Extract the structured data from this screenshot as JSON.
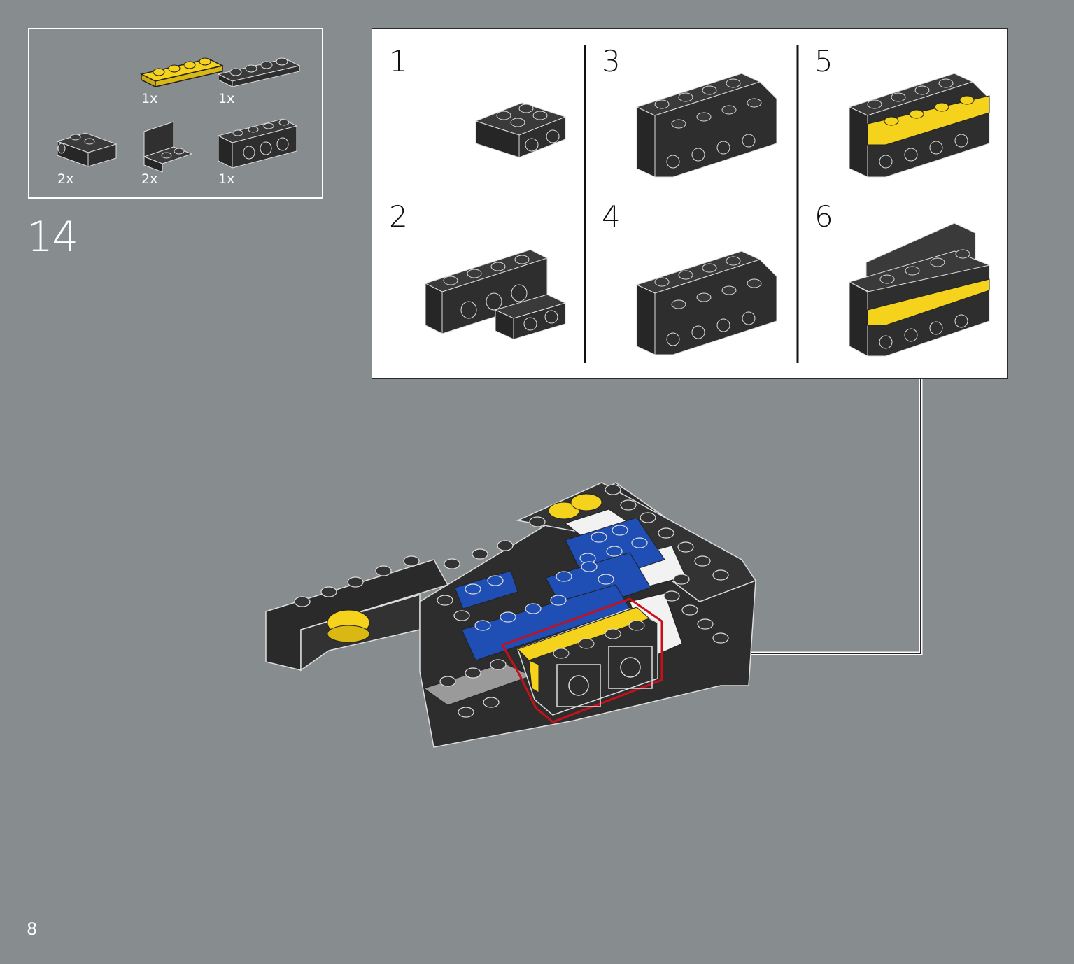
{
  "page": {
    "number": "8"
  },
  "step": {
    "number": "14"
  },
  "parts_list": {
    "items": [
      {
        "qty": "1x",
        "part": "plate-1x4-yellow"
      },
      {
        "qty": "1x",
        "part": "plate-1x4-black"
      },
      {
        "qty": "2x",
        "part": "brick-1x2-side-studs-black"
      },
      {
        "qty": "2x",
        "part": "bracket-1x2-black"
      },
      {
        "qty": "1x",
        "part": "technic-brick-1x4-black"
      }
    ]
  },
  "sub_assembly": {
    "steps": [
      {
        "label": "1"
      },
      {
        "label": "2"
      },
      {
        "label": "3"
      },
      {
        "label": "4"
      },
      {
        "label": "5"
      },
      {
        "label": "6"
      }
    ]
  },
  "colors": {
    "background": "#878d8f",
    "brick_black": "#2f2f2f",
    "brick_yellow": "#f5d21b",
    "brick_blue": "#1f4fb5",
    "brick_white": "#f2f2f2",
    "highlight_red": "#c8101a"
  }
}
